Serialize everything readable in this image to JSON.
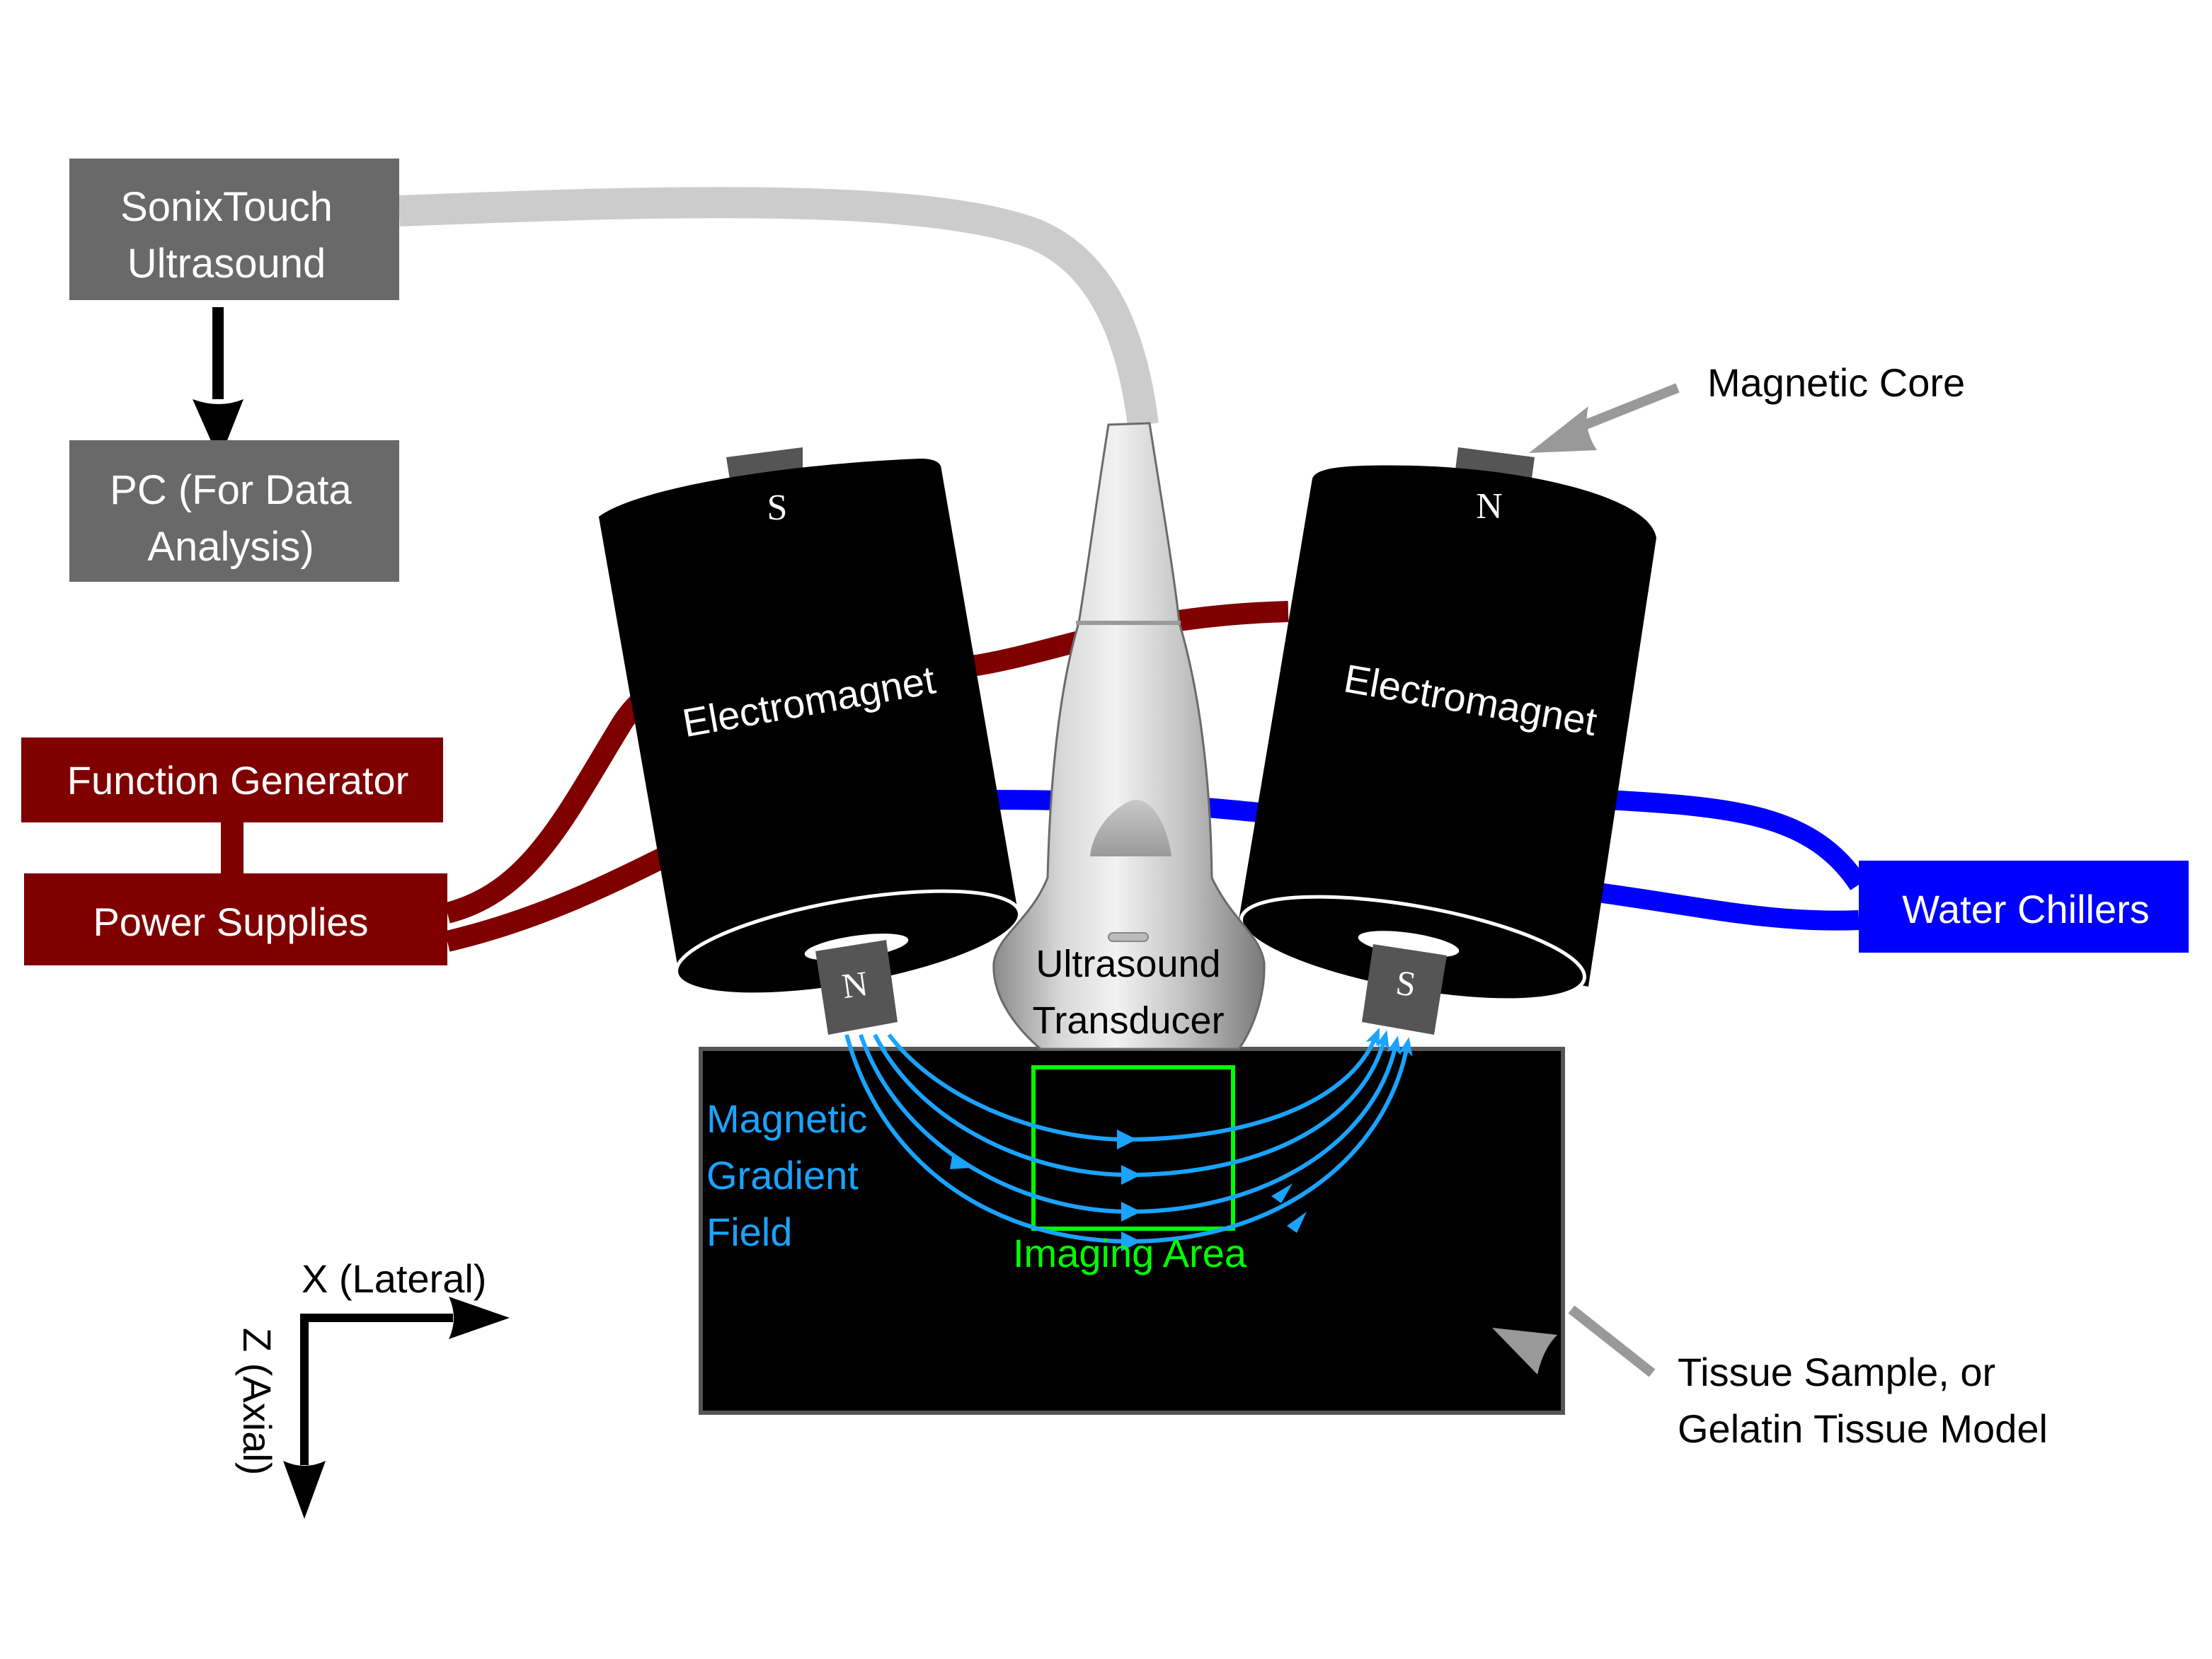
{
  "title": "Magnetomotive ultrasound experimental setup",
  "colors": {
    "equipment_gray": "#696969",
    "ultrasound_cable": "#cccccc",
    "power_red": "#800000",
    "water_blue": "#0000ff",
    "field_blue": "#1aa3ff",
    "imaging_green": "#00ff00",
    "pointer_gray": "#999999",
    "core_gray": "#555555",
    "tissue_black": "#000000"
  },
  "boxes": {
    "ultrasound_system": [
      "SonixTouch",
      "Ultrasound"
    ],
    "pc": [
      "PC (For Data",
      "Analysis)"
    ],
    "function_generator": "Function Generator",
    "power_supplies": "Power Supplies",
    "water_chillers": "Water Chillers"
  },
  "electromagnets": [
    {
      "label": "Electromagnet",
      "top_pole": "S",
      "bottom_pole": "N"
    },
    {
      "label": "Electromagnet",
      "top_pole": "N",
      "bottom_pole": "S"
    }
  ],
  "transducer": [
    "Ultrasound",
    "Transducer"
  ],
  "annotations": {
    "magnetic_core": "Magnetic Core",
    "tissue": [
      "Tissue Sample, or",
      "Gelatin Tissue Model"
    ],
    "field": [
      "Magnetic",
      "Gradient",
      "Field"
    ],
    "imaging_area": "Imaging Area"
  },
  "axes": {
    "x_label": "X (Lateral)",
    "z_label": "Z (Axial)"
  }
}
